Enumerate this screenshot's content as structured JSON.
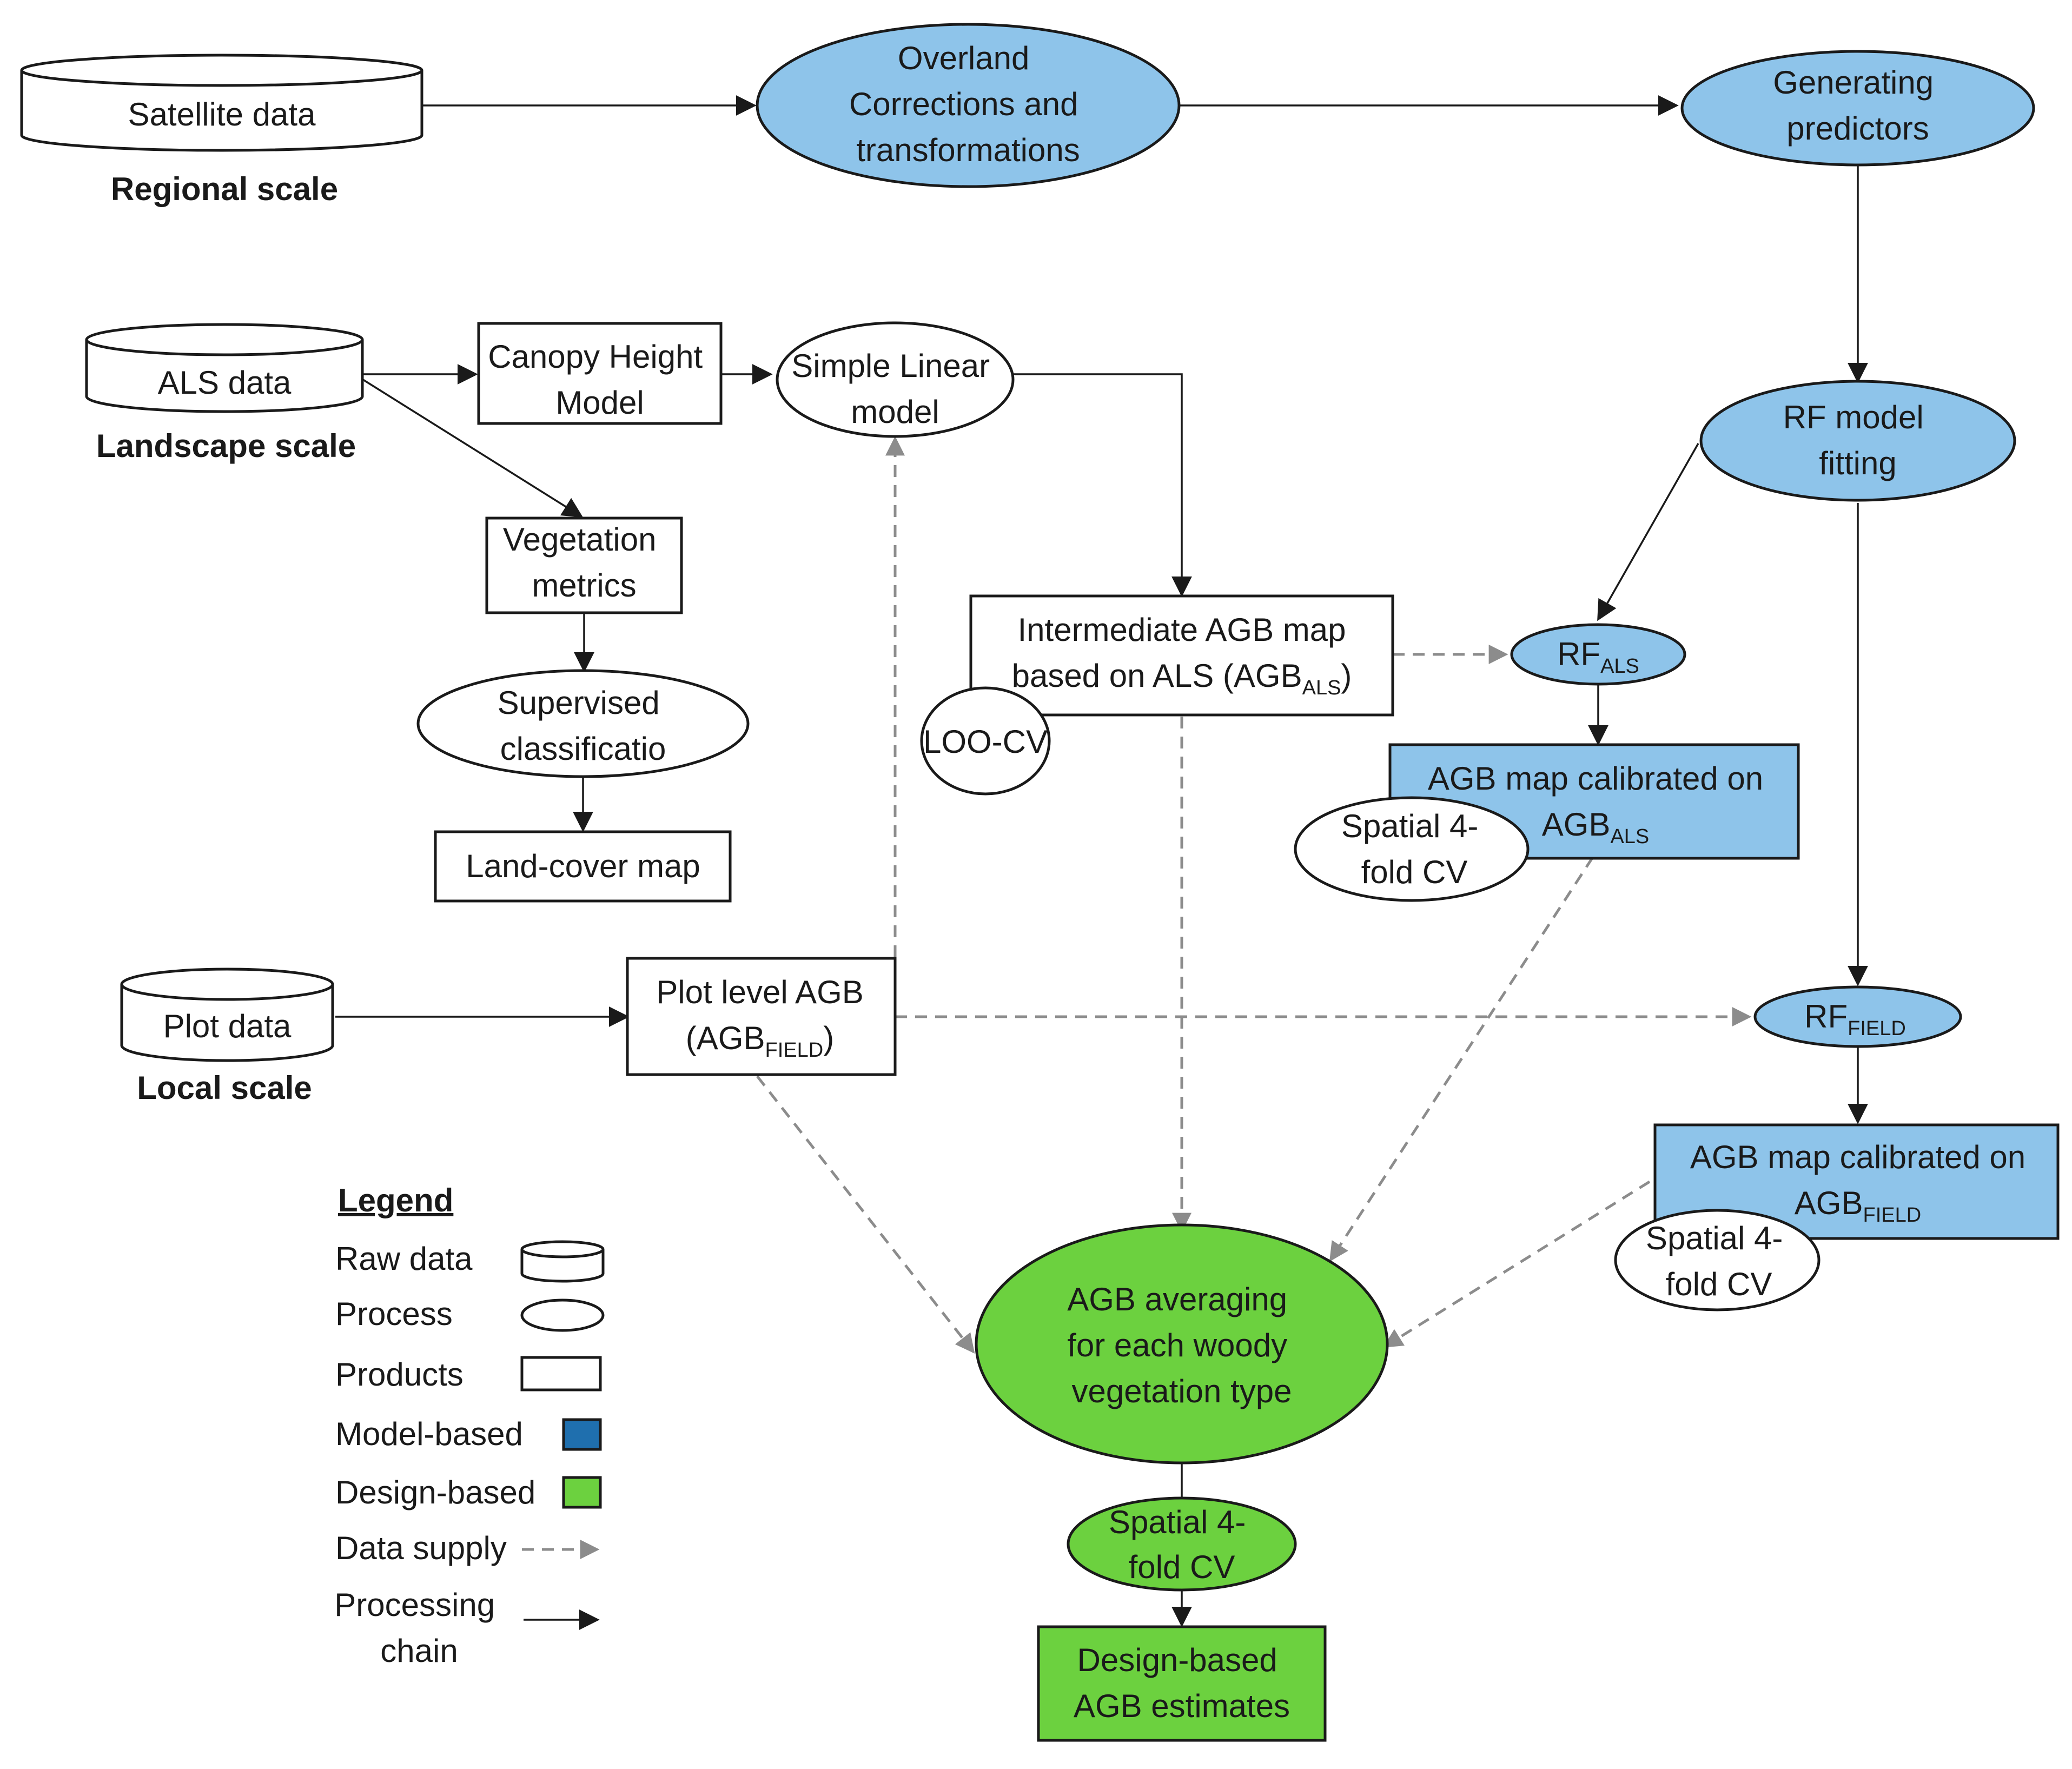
{
  "colors": {
    "model_based": "#8ec4ea",
    "design_based": "#6cd13f",
    "white": "#ffffff",
    "legend_model": "#1f6fae",
    "legend_design": "#6cd13f",
    "solid_line": "#1a1a1a",
    "dashed_line": "#8c8c8c"
  },
  "raw_data": {
    "satellite": "Satellite data",
    "regional_scale": "Regional scale",
    "als": "ALS data",
    "landscape_scale": "Landscape scale",
    "plot": "Plot data",
    "local_scale": "Local scale"
  },
  "process": {
    "overland": [
      "Overland",
      "Corrections and",
      "transformations"
    ],
    "generating_predictors": [
      "Generating",
      "predictors"
    ],
    "rf_model_fitting": [
      "RF model",
      "fitting"
    ],
    "simple_linear_model": [
      "Simple Linear",
      "model"
    ],
    "supervised_classification": [
      "Supervised",
      "classificatio"
    ],
    "rf_als": {
      "base": "RF",
      "sub": "ALS"
    },
    "rf_field": {
      "base": "RF",
      "sub": "FIELD"
    },
    "loo_cv": "LOO-CV",
    "spatial_cv_als": [
      "Spatial 4-",
      "fold CV"
    ],
    "spatial_cv_field": [
      "Spatial 4-",
      "fold CV"
    ],
    "agb_averaging": [
      "AGB averaging",
      "for each woody",
      "vegetation type"
    ],
    "spatial_cv_design": [
      "Spatial 4-",
      "fold CV"
    ]
  },
  "products": {
    "canopy_height_model": [
      "Canopy Height",
      "Model"
    ],
    "vegetation_metrics": [
      "Vegetation",
      "metrics"
    ],
    "land_cover_map": "Land-cover map",
    "intermediate_agb": {
      "line1": "Intermediate AGB map",
      "line2_pre": "based on ALS (AGB",
      "line2_sub": "ALS",
      "line2_post": ")"
    },
    "plot_level_agb": {
      "line1": "Plot level AGB",
      "line2_pre": "(AGB",
      "line2_sub": "FIELD",
      "line2_post": ")"
    },
    "agb_map_als": {
      "line1": "AGB map calibrated on",
      "line2_base": "AGB",
      "line2_sub": "ALS"
    },
    "agb_map_field": {
      "line1": "AGB map calibrated on",
      "line2_base": "AGB",
      "line2_sub": "FIELD"
    },
    "design_based_estimates": [
      "Design-based",
      "AGB estimates"
    ]
  },
  "legend": {
    "title": "Legend",
    "raw_data": "Raw data",
    "process": "Process",
    "products": "Products",
    "model_based": "Model-based",
    "design_based": "Design-based",
    "data_supply": "Data supply",
    "processing_chain": [
      "Processing",
      "chain"
    ]
  }
}
